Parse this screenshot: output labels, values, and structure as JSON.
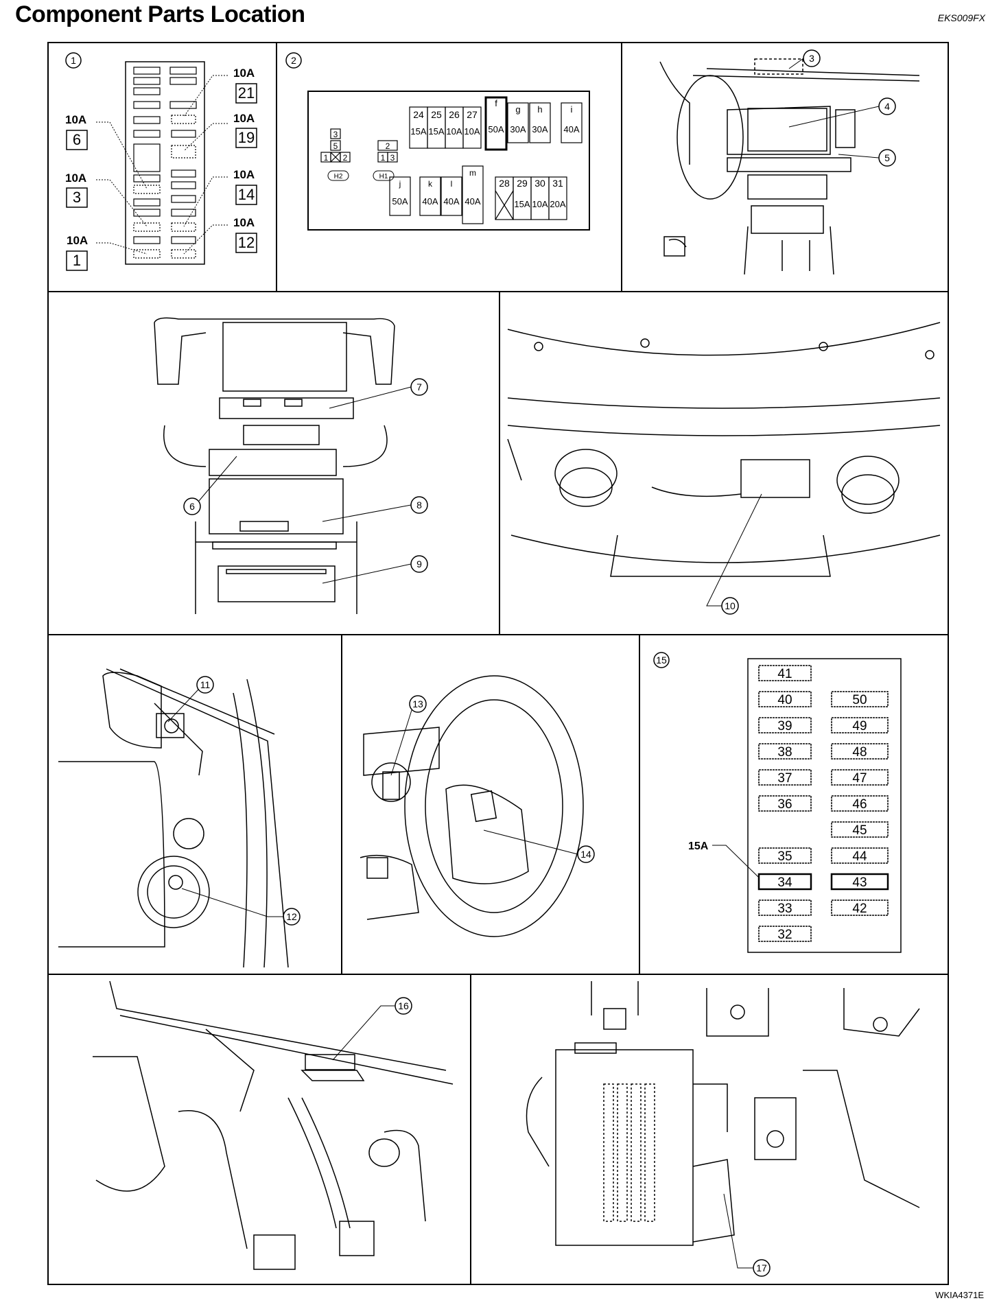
{
  "header": {
    "title": "Component Parts Location",
    "code": "EKS009FX"
  },
  "footer": {
    "code": "WKIA4371E"
  },
  "panel1": {
    "fuses": [
      {
        "amp": "10A",
        "num": "21"
      },
      {
        "amp": "10A",
        "num": "19"
      },
      {
        "amp": "10A",
        "num": "6"
      },
      {
        "amp": "10A",
        "num": "3"
      },
      {
        "amp": "10A",
        "num": "14"
      },
      {
        "amp": "10A",
        "num": "12"
      },
      {
        "amp": "10A",
        "num": "1"
      }
    ]
  },
  "panel2": {
    "relays": [
      "3",
      "5",
      "1",
      "2",
      "2",
      "1",
      "3"
    ],
    "relay_tags": [
      "H2",
      "H1"
    ],
    "fuse_row_top": [
      {
        "num": "24",
        "amp": "15A"
      },
      {
        "num": "25",
        "amp": "15A"
      },
      {
        "num": "26",
        "amp": "10A"
      },
      {
        "num": "27",
        "amp": "10A"
      }
    ],
    "fuse_row_right": [
      {
        "num": "f",
        "amp": "50A"
      },
      {
        "num": "g",
        "amp": "30A"
      },
      {
        "num": "h",
        "amp": "30A"
      },
      {
        "num": "i",
        "amp": "40A"
      }
    ],
    "fuse_row_bottom": [
      {
        "num": "j",
        "amp": "50A"
      },
      {
        "num": "k",
        "amp": "40A"
      },
      {
        "num": "l",
        "amp": "40A"
      },
      {
        "num": "m",
        "amp": "40A"
      }
    ],
    "fuse_row_bottom_right": [
      {
        "num": "28",
        "amp": ""
      },
      {
        "num": "29",
        "amp": "15A"
      },
      {
        "num": "30",
        "amp": "10A"
      },
      {
        "num": "31",
        "amp": "20A"
      }
    ]
  },
  "panel15": {
    "left_column": [
      "41",
      "40",
      "39",
      "38",
      "37",
      "36",
      "35",
      "34",
      "33",
      "32"
    ],
    "right_column": [
      "50",
      "49",
      "48",
      "47",
      "46",
      "45",
      "44",
      "43",
      "42"
    ],
    "callout_amp": "15A"
  },
  "callouts": [
    "1",
    "2",
    "3",
    "4",
    "5",
    "6",
    "7",
    "8",
    "9",
    "10",
    "11",
    "12",
    "13",
    "14",
    "15",
    "16",
    "17"
  ]
}
